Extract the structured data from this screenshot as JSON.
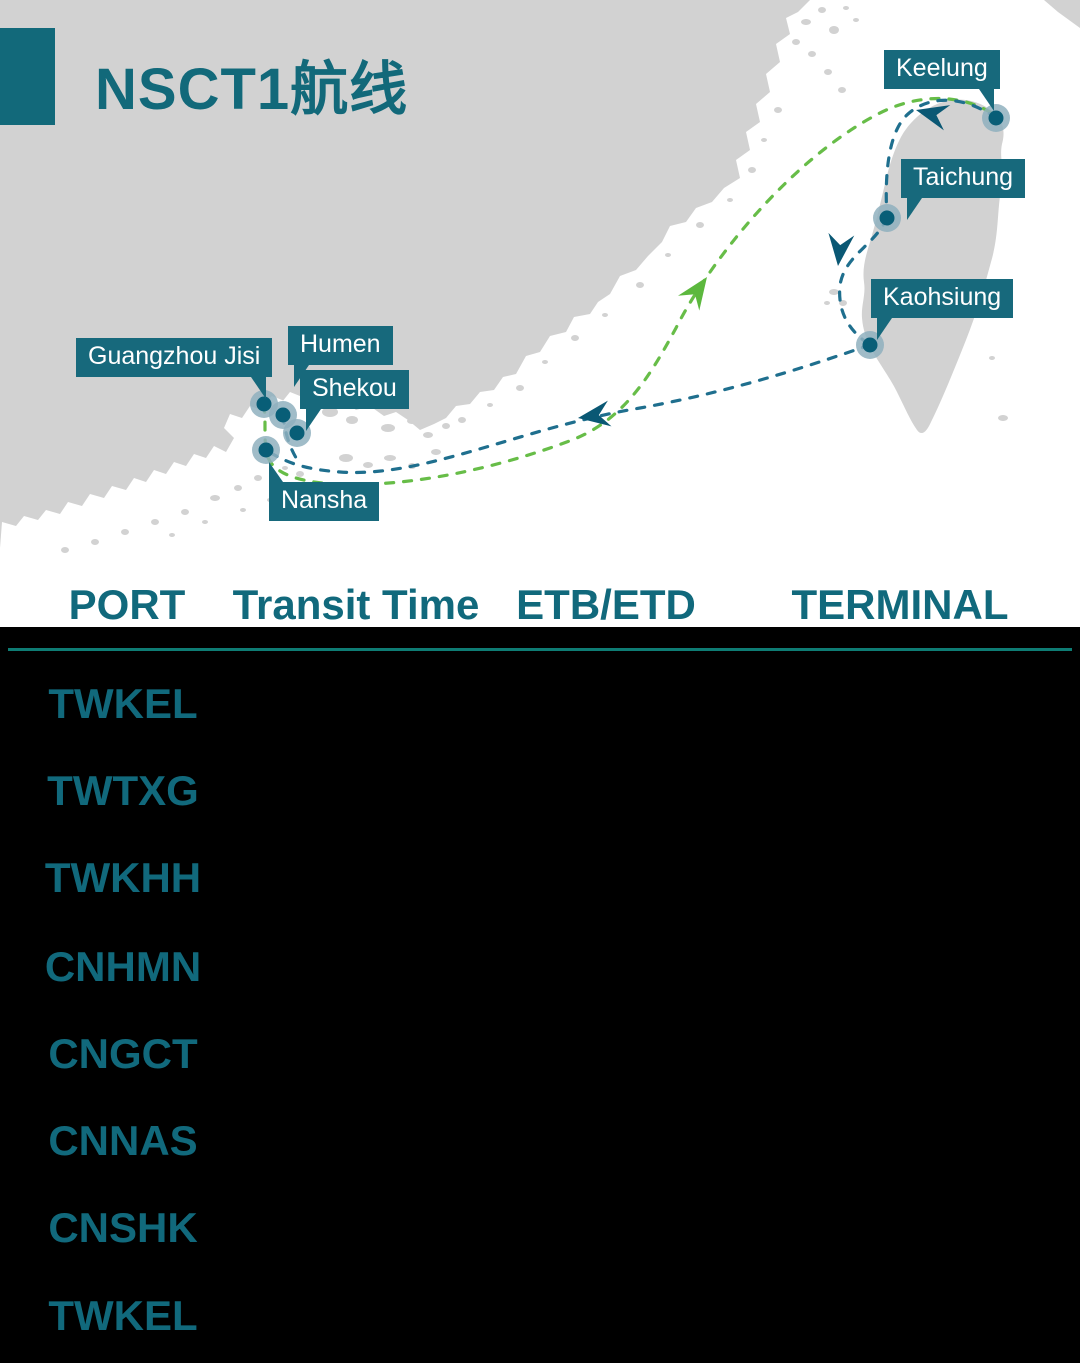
{
  "title": "NSCT1航线",
  "colors": {
    "teal_text": "#11697C",
    "title_accent": "#12697A",
    "label_background": "#17697C",
    "land_gray": "#D2D2D2",
    "sea_white": "#FFFFFF",
    "divider_teal": "#0E7C74",
    "route_north_green": "#67BD48",
    "route_south_blue": "#1F6F8E",
    "arrow_blue": "#0A5874",
    "marker_inner": "#085E77",
    "marker_ring": "#8FB0BE",
    "background_black": "#000000"
  },
  "map": {
    "labels": {
      "keelung": "Keelung",
      "taichung": "Taichung",
      "kaohsiung": "Kaohsiung",
      "guangzhou_jisi": "Guangzhou Jisi",
      "humen": "Humen",
      "shekou": "Shekou",
      "nansha": "Nansha"
    },
    "routes": [
      {
        "name": "northbound",
        "color": "#67BD48",
        "style": "dashed"
      },
      {
        "name": "southbound",
        "color": "#1F6F8E",
        "style": "dashed"
      }
    ]
  },
  "table": {
    "headers": [
      "PORT",
      "Transit Time",
      "ETB/ETD",
      "TERMINAL"
    ],
    "rows": [
      {
        "port": "TWKEL"
      },
      {
        "port": "TWTXG"
      },
      {
        "port": "TWKHH"
      },
      {
        "port": "CNHMN"
      },
      {
        "port": "CNGCT"
      },
      {
        "port": "CNNAS"
      },
      {
        "port": "CNSHK"
      },
      {
        "port": "TWKEL"
      }
    ]
  }
}
